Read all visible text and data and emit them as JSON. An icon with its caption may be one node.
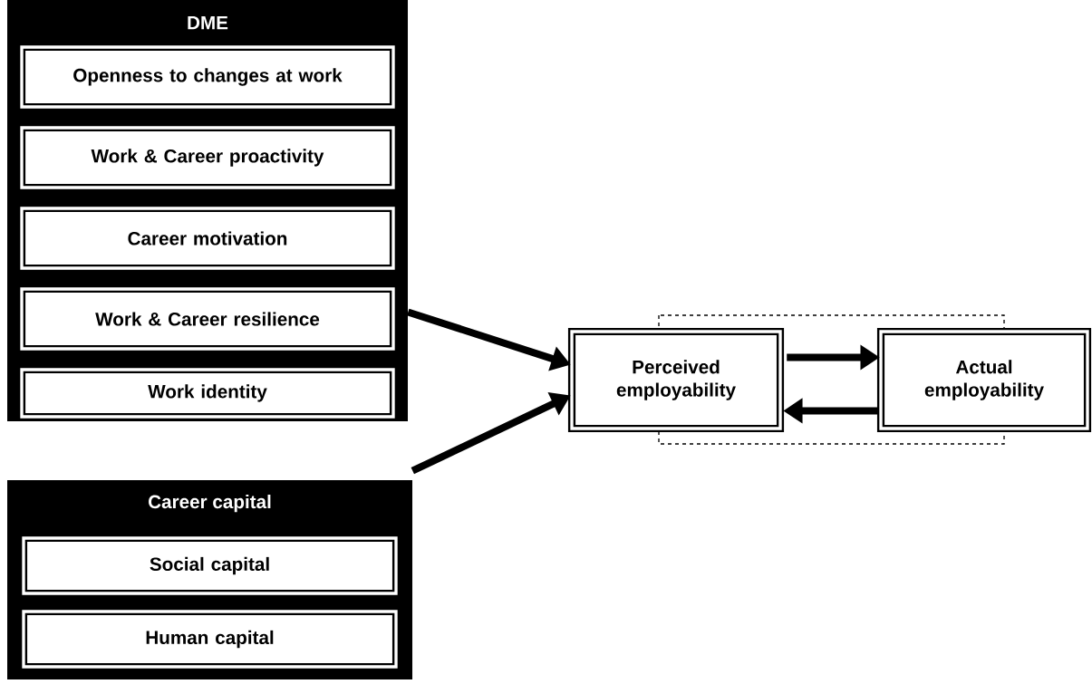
{
  "diagram": {
    "nodes": [
      {
        "text": [
          "DME"
        ]
      },
      {
        "text": [
          "Openness to changes at work"
        ],
        "in": 0
      },
      {
        "text": [
          "Work & Career proactivity"
        ],
        "in": 0
      },
      {
        "text": [
          "Career motivation"
        ],
        "in": 0
      },
      {
        "text": [
          "Work & Career resilience"
        ],
        "in": 0
      },
      {
        "text": [
          "Work identity"
        ],
        "in": 0
      },
      {
        "text": [
          "Career capital"
        ]
      },
      {
        "text": [
          "Social capital"
        ],
        "in": 6
      },
      {
        "text": [
          "Human capital"
        ],
        "in": 6
      },
      {
        "text": [
          "Perceived employability"
        ]
      },
      {
        "text": [
          "Actual employability"
        ]
      }
    ],
    "edges": [
      {
        "from": 0,
        "to": 9,
        "arrow": "to"
      },
      {
        "from": 6,
        "to": 9,
        "arrow": "to"
      },
      {
        "from": 9,
        "to": 10,
        "arrow": "to"
      },
      {
        "from": 10,
        "to": 9,
        "arrow": "to"
      }
    ]
  }
}
